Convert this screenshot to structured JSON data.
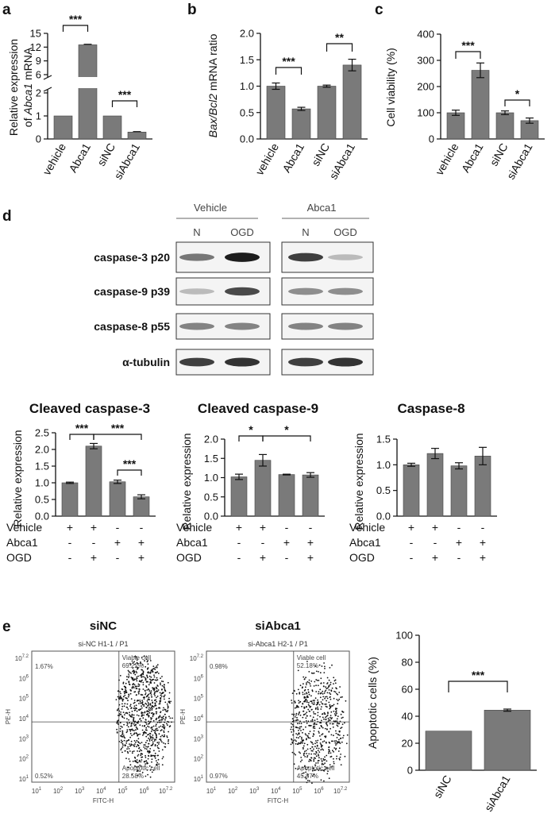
{
  "panels": {
    "a": "a",
    "b": "b",
    "c": "c",
    "d": "d",
    "e": "e"
  },
  "blot": {
    "group_headers": [
      "Vehicle",
      "Abca1"
    ],
    "lane_labels": [
      "N",
      "OGD",
      "N",
      "OGD"
    ],
    "rows": [
      "caspase-3 p20",
      "caspase-9 p39",
      "caspase-8 p55",
      "α-tubulin"
    ]
  },
  "conditions": {
    "row_labels": [
      "Vehicle",
      "Abca1",
      "OGD"
    ],
    "signs": [
      [
        "+",
        "+",
        "-",
        "-"
      ],
      [
        "-",
        "-",
        "+",
        "+"
      ],
      [
        "-",
        "+",
        "-",
        "+"
      ]
    ]
  },
  "flow": {
    "plots": [
      {
        "title": "siNC",
        "subtitle": "si-NC H1-1 / P1",
        "ul": "1.67%",
        "ur_label": "Viable cell",
        "ur": "69.22%",
        "ll": "0.52%",
        "lr_label": "Apoptotic cell",
        "lr": "28.58%"
      },
      {
        "title": "siAbca1",
        "subtitle": "si-Abca1 H2-1 / P1",
        "ul": "0.98%",
        "ur_label": "Viable cell",
        "ur": "52.18%",
        "ll": "0.97%",
        "lr_label": "Apoptotic cell",
        "lr": "45.87%"
      }
    ],
    "xlabel": "FITC-H",
    "ylabel": "PE-H",
    "ticks": [
      "10",
      "1",
      "10",
      "2",
      "10",
      "3",
      "10",
      "4",
      "10",
      "5",
      "10",
      "6",
      "10",
      "7.2"
    ]
  },
  "chart_data": [
    {
      "id": "a",
      "type": "bar",
      "categories": [
        "vehicle",
        "Abca1",
        "siNC",
        "siAbca1"
      ],
      "values": [
        1.0,
        12.5,
        1.0,
        0.3
      ],
      "errors": [
        0,
        0.12,
        0,
        0.02
      ],
      "ylabel_line1": "Relative expression",
      "ylabel_line2_pre": "of ",
      "ylabel_line2_it": "Abca1",
      "ylabel_line2_post": " mRNA",
      "yticks": [
        "0",
        "1",
        "2",
        "6",
        "9",
        "12",
        "15"
      ],
      "broken_axis": true,
      "sig": [
        {
          "from": 0,
          "to": 1,
          "text": "***"
        },
        {
          "from": 2,
          "to": 3,
          "text": "***"
        }
      ]
    },
    {
      "id": "b",
      "type": "bar",
      "categories": [
        "vehicle",
        "Abca1",
        "siNC",
        "siAbca1"
      ],
      "values": [
        1.0,
        0.57,
        1.0,
        1.4
      ],
      "errors": [
        0.06,
        0.03,
        0.02,
        0.11
      ],
      "ylabel_it": "Bax/Bcl2",
      "ylabel_post": " mRNA ratio",
      "ylim": [
        0,
        2.0
      ],
      "yticks": [
        "0.0",
        "0.5",
        "1.0",
        "1.5",
        "2.0"
      ],
      "sig": [
        {
          "from": 0,
          "to": 1,
          "text": "***"
        },
        {
          "from": 2,
          "to": 3,
          "text": "**"
        }
      ]
    },
    {
      "id": "c",
      "type": "bar",
      "categories": [
        "vehicle",
        "Abca1",
        "siNC",
        "siAbca1"
      ],
      "values": [
        100,
        262,
        100,
        70
      ],
      "errors": [
        10,
        28,
        7,
        10
      ],
      "ylabel": "Cell viability (%)",
      "ylim": [
        0,
        400
      ],
      "yticks": [
        "0",
        "100",
        "200",
        "300",
        "400"
      ],
      "sig": [
        {
          "from": 0,
          "to": 1,
          "text": "***"
        },
        {
          "from": 2,
          "to": 3,
          "text": "*"
        }
      ]
    },
    {
      "id": "d1",
      "type": "bar",
      "title": "Cleaved caspase-3",
      "values": [
        1.0,
        2.1,
        1.03,
        0.58
      ],
      "errors": [
        0.02,
        0.08,
        0.05,
        0.06
      ],
      "ylabel": "Relative expression",
      "ylim": [
        0,
        2.5
      ],
      "yticks": [
        "0.0",
        "0.5",
        "1.0",
        "1.5",
        "2.0",
        "2.5"
      ],
      "sig": [
        {
          "from": 0,
          "to": 1,
          "text": "***"
        },
        {
          "from": 1,
          "to": 3,
          "text": "***"
        },
        {
          "from": 2,
          "to": 3,
          "text": "***"
        }
      ]
    },
    {
      "id": "d2",
      "type": "bar",
      "title": "Cleaved caspase-9",
      "values": [
        1.02,
        1.45,
        1.08,
        1.07
      ],
      "errors": [
        0.07,
        0.15,
        0.01,
        0.06
      ],
      "ylabel": "Relative expression",
      "ylim": [
        0,
        2.0
      ],
      "yticks": [
        "0.0",
        "0.5",
        "1.0",
        "1.5",
        "2.0"
      ],
      "sig": [
        {
          "from": 0,
          "to": 1,
          "text": "*"
        },
        {
          "from": 1,
          "to": 3,
          "text": "*"
        }
      ]
    },
    {
      "id": "d3",
      "type": "bar",
      "title": "Caspase-8",
      "values": [
        1.0,
        1.22,
        0.98,
        1.17
      ],
      "errors": [
        0.03,
        0.1,
        0.06,
        0.17
      ],
      "ylabel": "Relative expression",
      "ylim": [
        0,
        1.5
      ],
      "yticks": [
        "0.0",
        "0.5",
        "1.0",
        "1.5"
      ],
      "sig": []
    },
    {
      "id": "e",
      "type": "bar",
      "categories": [
        "siNC",
        "siAbca1"
      ],
      "values": [
        29,
        44.5
      ],
      "errors": [
        0,
        0.8
      ],
      "ylabel": "Apoptotic cells (%)",
      "ylim": [
        0,
        100
      ],
      "yticks": [
        "0",
        "20",
        "40",
        "60",
        "80",
        "100"
      ],
      "sig": [
        {
          "from": 0,
          "to": 1,
          "text": "***"
        }
      ]
    }
  ]
}
